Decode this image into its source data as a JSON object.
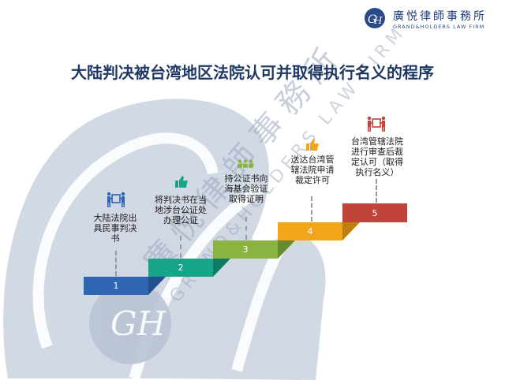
{
  "logo": {
    "name_cn": "廣悦律師事務所",
    "name_en": "GRAND&HOLDERS LAW FIRM",
    "monogram": "GH"
  },
  "title": "大陆判决被台湾地区法院认可并取得执行名义的程序",
  "watermark": {
    "cn_text": "廣悦律師事務所",
    "en_text": "GRAND&HOLDERS LAW FIRM"
  },
  "colors": {
    "title": "#1f3864",
    "step1": "#2e66b4",
    "step2": "#17a589",
    "step3": "#8ab344",
    "step4": "#f2a51a",
    "step5": "#c0443a"
  },
  "steps": [
    {
      "number": "1",
      "icon": "people-carry-box-icon",
      "label_lines": [
        "大陆法院出",
        "具民事判决",
        "书"
      ]
    },
    {
      "number": "2",
      "icon": "thumbs-up-icon",
      "label_lines": [
        "将判决书在当",
        "地涉台公证处",
        "办理公证"
      ]
    },
    {
      "number": "3",
      "icon": "group-people-icon",
      "label_lines": [
        "持公证书向",
        "海基会验证",
        "取得证明"
      ]
    },
    {
      "number": "4",
      "icon": "thumbs-up-icon",
      "label_lines": [
        "送达台湾管",
        "辖法院申请",
        "裁定许可"
      ]
    },
    {
      "number": "5",
      "icon": "people-carry-box-icon",
      "label_lines": [
        "台湾管辖法院",
        "进行审查后裁",
        "定认可（取得",
        "执行名义）"
      ]
    }
  ]
}
